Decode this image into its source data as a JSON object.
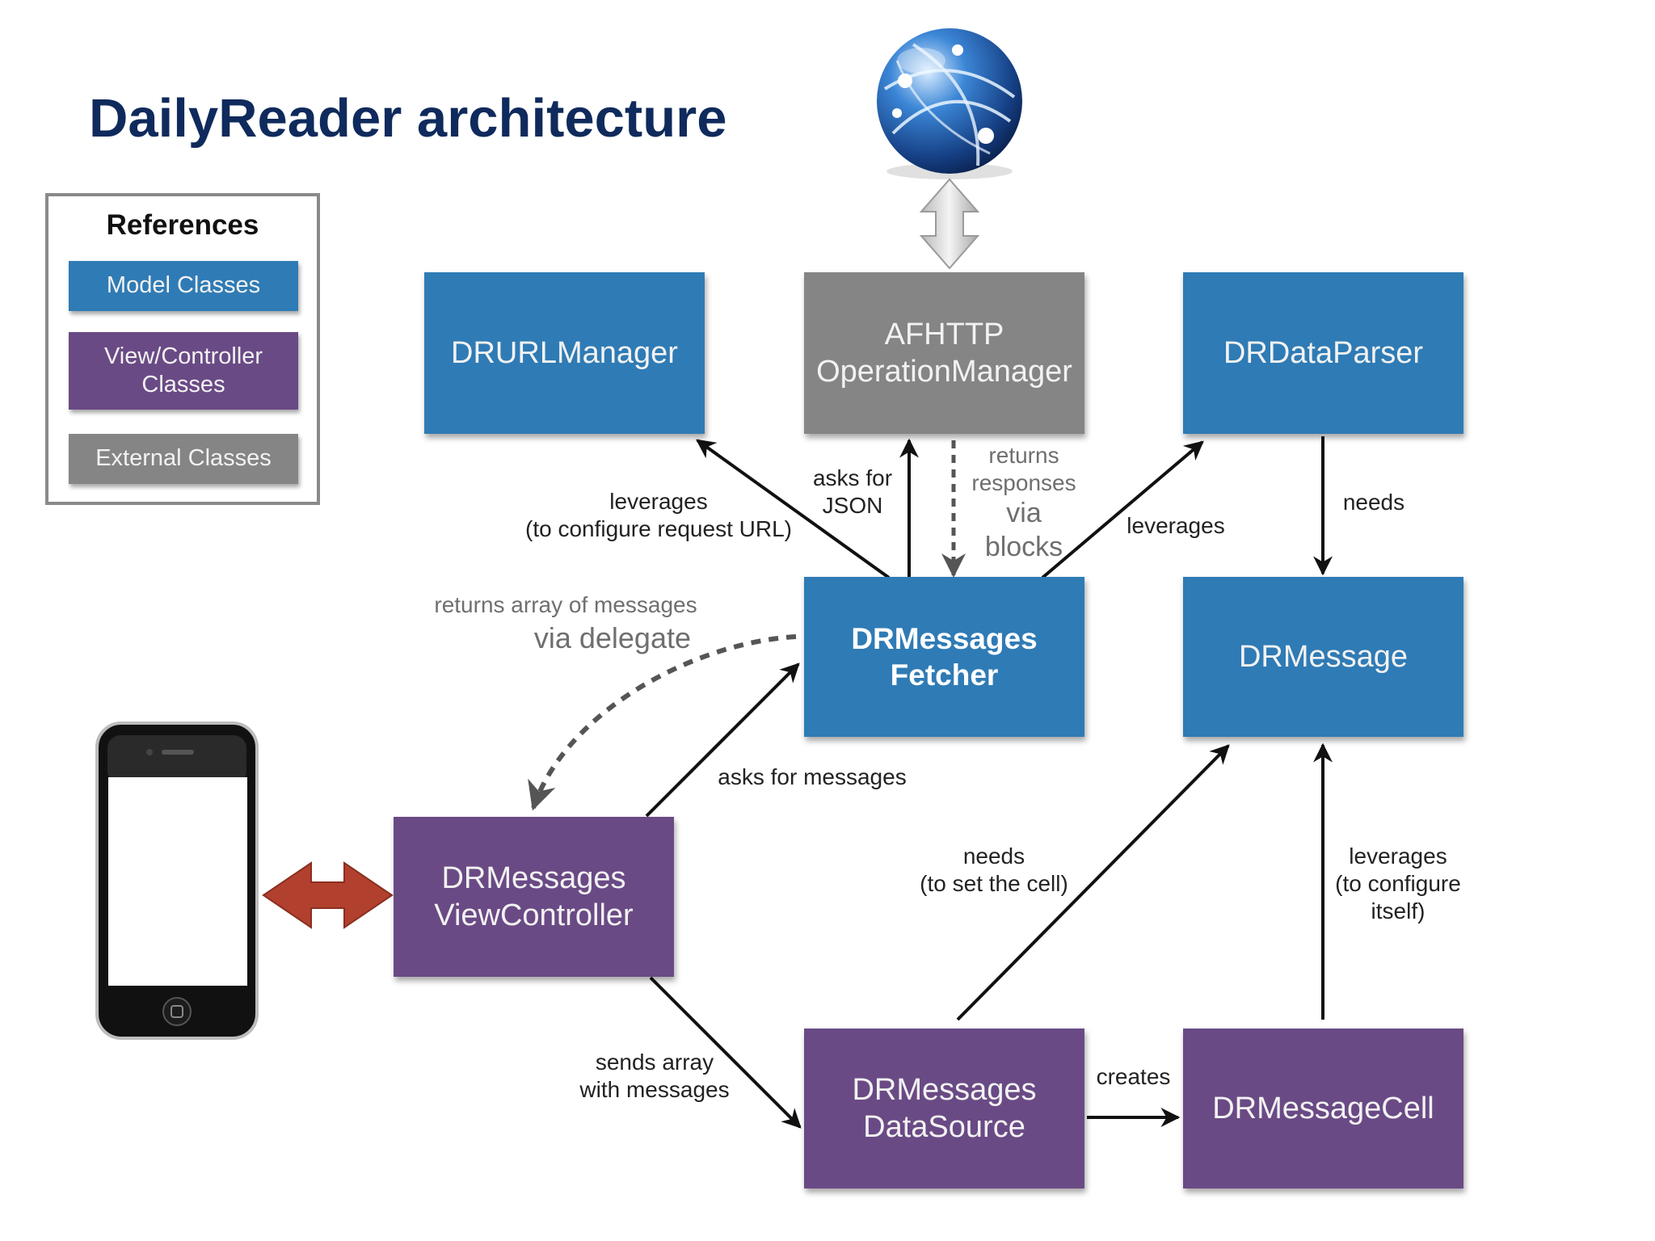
{
  "title": "DailyReader architecture",
  "legend": {
    "title": "References",
    "model": "Model Classes",
    "view_controller_1": "View/Controller",
    "view_controller_2": "Classes",
    "external": "External Classes"
  },
  "colors": {
    "model": "#2f7bb5",
    "view_controller": "#6a4a85",
    "external": "#858585",
    "title": "#0f2a5c",
    "bidirectional_arrow": "#b2402e"
  },
  "nodes": {
    "url_manager": "DRURLManager",
    "af_line1": "AFHTTP",
    "af_line2": "OperationManager",
    "data_parser": "DRDataParser",
    "fetcher_line1": "DRMessages",
    "fetcher_line2": "Fetcher",
    "message": "DRMessage",
    "vc_line1": "DRMessages",
    "vc_line2": "ViewController",
    "ds_line1": "DRMessages",
    "ds_line2": "DataSource",
    "cell": "DRMessageCell"
  },
  "edges": {
    "leverages_url_1": "leverages",
    "leverages_url_2": "(to configure request URL)",
    "asks_json_1": "asks for",
    "asks_json_2": "JSON",
    "returns_resp_1": "returns",
    "returns_resp_2": "responses",
    "returns_resp_3": "via",
    "returns_resp_4": "blocks",
    "leverages_parser": "leverages",
    "needs_message": "needs",
    "returns_array_1": "returns array of messages",
    "returns_array_2": "via delegate",
    "asks_messages": "asks for messages",
    "needs_cell_1": "needs",
    "needs_cell_2": "(to set the cell)",
    "leverages_itself_1": "leverages",
    "leverages_itself_2": "(to configure",
    "leverages_itself_3": "itself)",
    "sends_array_1": "sends array",
    "sends_array_2": "with messages",
    "creates": "creates"
  },
  "icons": {
    "globe": "globe-icon",
    "phone": "iphone-icon"
  }
}
